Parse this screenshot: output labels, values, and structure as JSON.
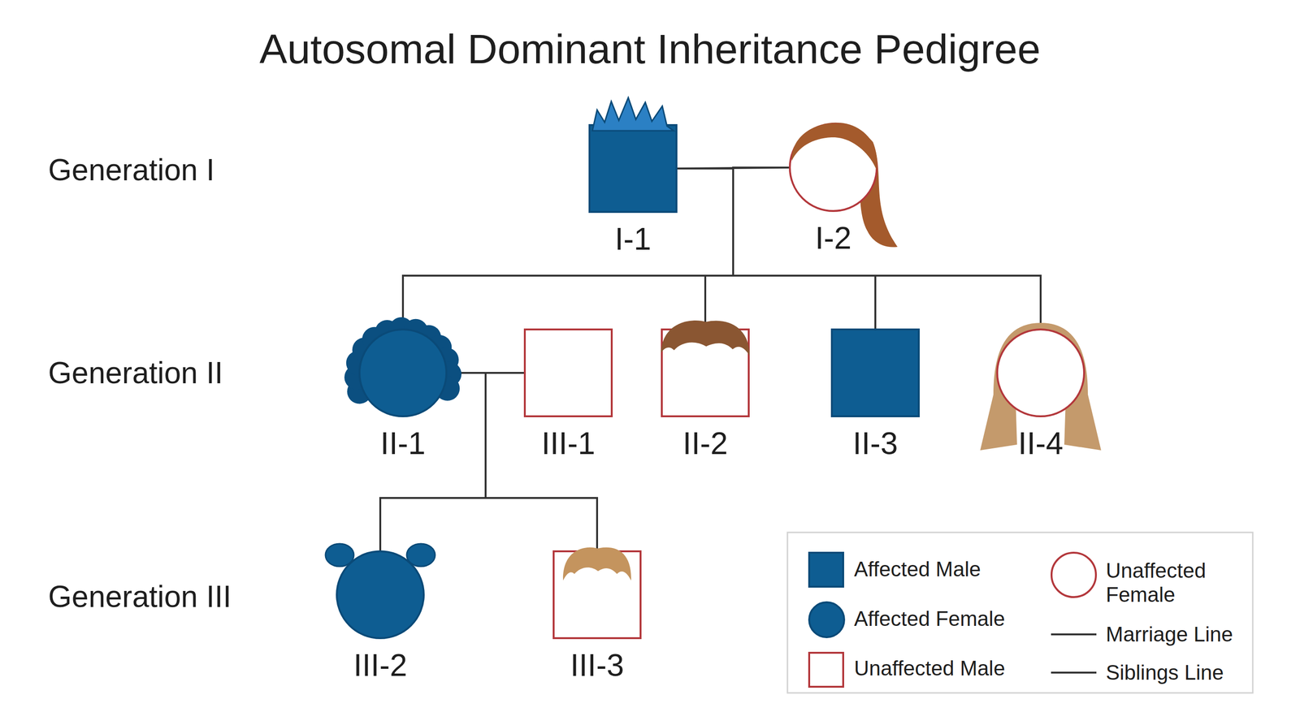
{
  "diagram": {
    "title": "Autosomal Dominant Inheritance Pedigree",
    "nodes": [
      {
        "text": [
          "I-1"
        ]
      },
      {
        "text": [
          "I-2"
        ]
      },
      {
        "text": [
          "II-1"
        ]
      },
      {
        "text": [
          "III-1"
        ]
      },
      {
        "text": [
          "II-2"
        ]
      },
      {
        "text": [
          "II-3"
        ]
      },
      {
        "text": [
          "II-4"
        ]
      },
      {
        "text": [
          "III-2"
        ]
      },
      {
        "text": [
          "III-3"
        ]
      }
    ],
    "edges": [
      {
        "from": 0,
        "to": 1,
        "arrow": "none"
      },
      {
        "from": 0,
        "to": 2,
        "arrow": "none"
      },
      {
        "from": 0,
        "to": 4,
        "arrow": "none"
      },
      {
        "from": 0,
        "to": 5,
        "arrow": "none"
      },
      {
        "from": 0,
        "to": 6,
        "arrow": "none"
      },
      {
        "from": 1,
        "to": 2,
        "arrow": "none"
      },
      {
        "from": 1,
        "to": 4,
        "arrow": "none"
      },
      {
        "from": 1,
        "to": 5,
        "arrow": "none"
      },
      {
        "from": 1,
        "to": 6,
        "arrow": "none"
      },
      {
        "from": 2,
        "to": 3,
        "arrow": "none"
      },
      {
        "from": 2,
        "to": 7,
        "arrow": "none"
      },
      {
        "from": 2,
        "to": 8,
        "arrow": "none"
      },
      {
        "from": 3,
        "to": 7,
        "arrow": "none"
      },
      {
        "from": 3,
        "to": 8,
        "arrow": "none"
      }
    ],
    "labels": [
      "Generation I",
      "Generation II",
      "Generation III"
    ],
    "legend": [
      {
        "text": "Affected Male",
        "color": "#0e5d92"
      },
      {
        "text": "Affected Female",
        "color": "#0e5d92"
      },
      {
        "text": "Unaffected Male"
      },
      {
        "text": "Unaffected Female"
      },
      {
        "text": "Marriage Line"
      },
      {
        "text": "Siblings Line"
      }
    ]
  }
}
